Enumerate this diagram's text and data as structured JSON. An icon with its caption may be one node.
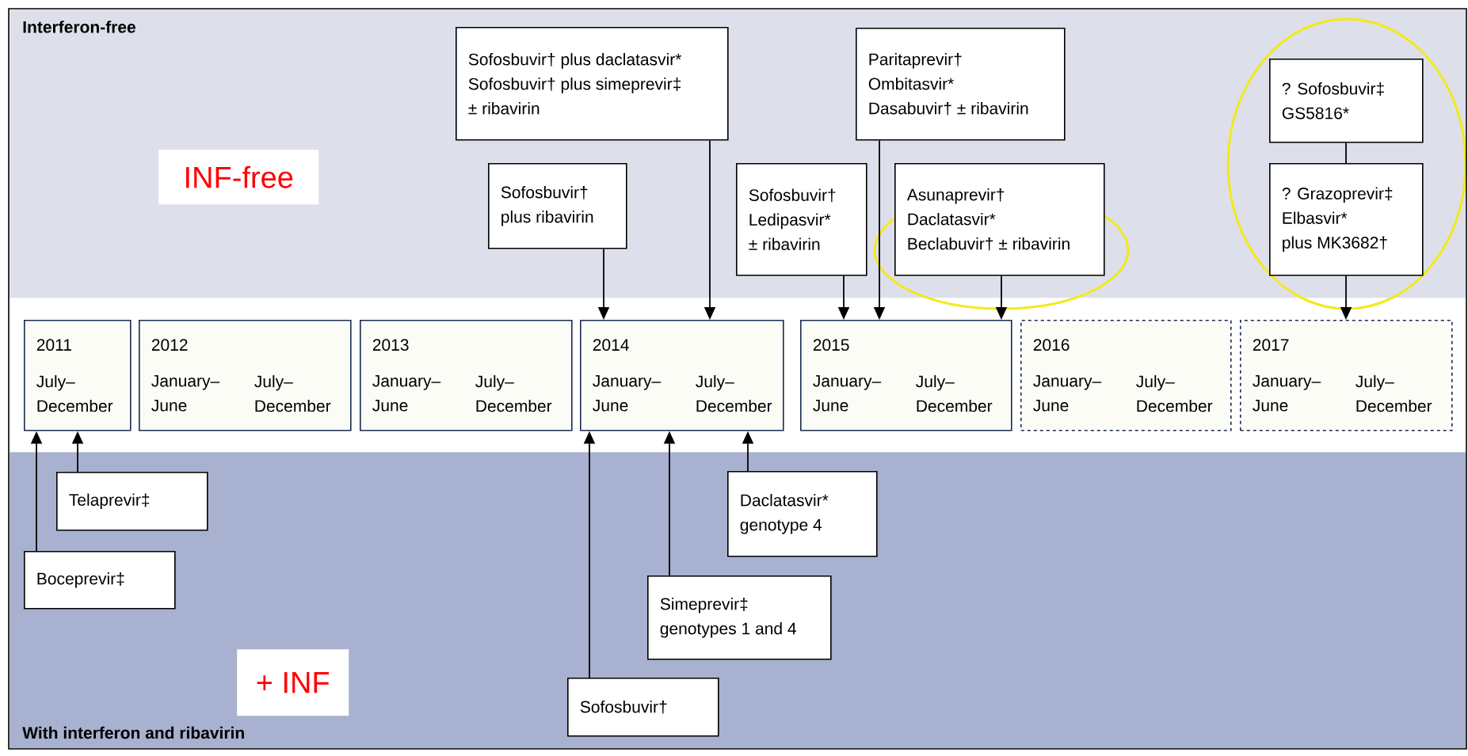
{
  "diagram": {
    "nodes": [
      {
        "text": [
          "Interferon-free"
        ]
      },
      {
        "text": [
          "Sofosbuvir† plus daclatasvir*",
          "Sofosbuvir† plus simeprevir‡",
          "± ribavirin"
        ],
        "in": 0
      },
      {
        "text": [
          "Paritaprevir†",
          "Ombitasvir*",
          "Dasabuvir† ± ribavirin"
        ],
        "in": 0
      },
      {
        "text": [
          "? Sofosbuvir‡",
          "GS5816*"
        ],
        "in": 0
      },
      {
        "text": [
          "INF-free"
        ],
        "in": 0
      },
      {
        "text": [
          "Sofosbuvir† plus ribavirin"
        ],
        "in": 0
      },
      {
        "text": [
          "Sofosbuvir†",
          "Ledipasvir*",
          "± ribavirin"
        ],
        "in": 0
      },
      {
        "text": [
          "Asunaprevir†",
          "Daclatasvir*",
          "Beclabuvir† ± ribavirin"
        ],
        "in": 0
      },
      {
        "text": [
          "? Grazoprevir‡",
          "Elbasvir*",
          "plus MK3682†"
        ],
        "in": 0
      },
      {
        "text": [
          "2011",
          "July– December"
        ]
      },
      {
        "text": [
          "2012",
          "January– June",
          "July– December"
        ]
      },
      {
        "text": [
          "2013",
          "January– June",
          "July– December"
        ]
      },
      {
        "text": [
          "2014",
          "January– June",
          "July– December"
        ]
      },
      {
        "text": [
          "2015",
          "January– June",
          "July– December"
        ]
      },
      {
        "text": [
          "2016",
          "January– June",
          "July– December"
        ]
      },
      {
        "text": [
          "2017",
          "January– June",
          "July– December"
        ]
      },
      {
        "text": [
          "With interferon and ribavirin"
        ]
      },
      {
        "text": [
          "Telaprevir‡"
        ],
        "in": 16
      },
      {
        "text": [
          "Daclatasvir*",
          "genotype 4"
        ],
        "in": 16
      },
      {
        "text": [
          "Boceprevir‡"
        ],
        "in": 16
      },
      {
        "text": [
          "Simeprevir‡",
          "genotypes 1 and 4"
        ],
        "in": 16
      },
      {
        "text": [
          "+ INF"
        ],
        "in": 16
      },
      {
        "text": [
          "Sofosbuvir†"
        ],
        "in": 16
      }
    ],
    "edges": [
      {
        "from": 1,
        "to": 12,
        "arrow": "to"
      },
      {
        "from": 2,
        "to": 13,
        "arrow": "to"
      },
      {
        "from": 3,
        "to": 8,
        "arrow": "none"
      },
      {
        "from": 5,
        "to": 12,
        "arrow": "to"
      },
      {
        "from": 6,
        "to": 13,
        "arrow": "to"
      },
      {
        "from": 7,
        "to": 13,
        "arrow": "to"
      },
      {
        "from": 8,
        "to": 15,
        "arrow": "to"
      },
      {
        "from": 17,
        "to": 9,
        "arrow": "to"
      },
      {
        "from": 18,
        "to": 12,
        "arrow": "to"
      },
      {
        "from": 19,
        "to": 9,
        "arrow": "to"
      },
      {
        "from": 20,
        "to": 12,
        "arrow": "to"
      },
      {
        "from": 22,
        "to": 12,
        "arrow": "to"
      }
    ]
  }
}
